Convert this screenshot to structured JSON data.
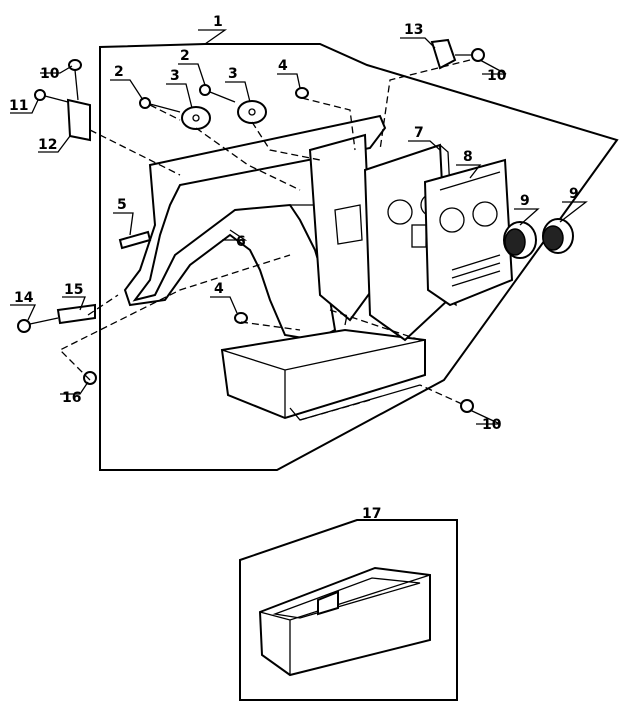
{
  "callouts": {
    "c1": "1",
    "c2a": "2",
    "c2b": "2",
    "c3a": "3",
    "c3b": "3",
    "c4a": "4",
    "c4b": "4",
    "c5": "5",
    "c6": "6",
    "c7": "7",
    "c8": "8",
    "c9a": "9",
    "c9b": "9",
    "c10a": "10",
    "c10b": "10",
    "c10c": "10",
    "c11": "11",
    "c12": "12",
    "c13": "13",
    "c14": "14",
    "c15": "15",
    "c16": "16",
    "c17": "17"
  },
  "colors": {
    "line": "#000000",
    "background": "#ffffff"
  }
}
